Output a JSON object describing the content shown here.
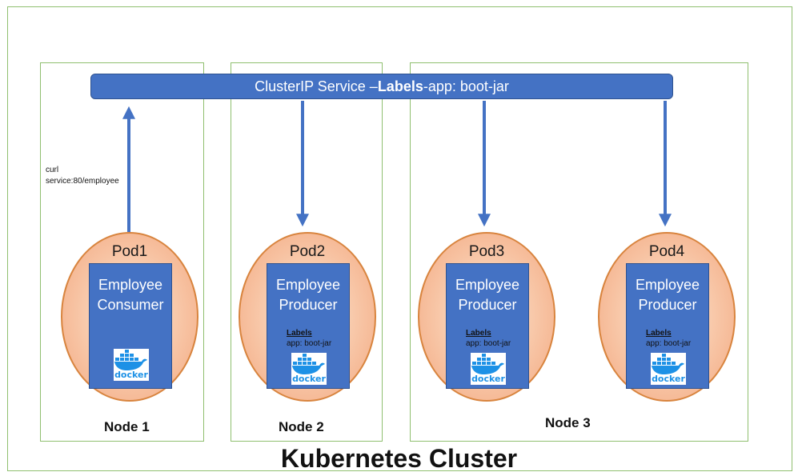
{
  "colors": {
    "container_blue": "#4472c4",
    "pod_fill": "#f8cbad",
    "pod_border": "#d8843e",
    "frame_green": "#8fbf6f",
    "docker_blue": "#1d91e6"
  },
  "service": {
    "prefix": "ClusterIP Service – ",
    "labels_word": "Labels",
    "suffix": "-app: boot-jar"
  },
  "curl": {
    "line1": "curl",
    "line2": "service:80/employee"
  },
  "pods": [
    {
      "title": "Pod1",
      "app_line1": "Employee",
      "app_line2": "Consumer",
      "labels_title": "",
      "labels_value": "",
      "docker": "docker"
    },
    {
      "title": "Pod2",
      "app_line1": "Employee",
      "app_line2": "Producer",
      "labels_title": "Labels",
      "labels_value": "app: boot-jar",
      "docker": "docker"
    },
    {
      "title": "Pod3",
      "app_line1": "Employee",
      "app_line2": "Producer",
      "labels_title": "Labels",
      "labels_value": "app: boot-jar",
      "docker": "docker"
    },
    {
      "title": "Pod4",
      "app_line1": "Employee",
      "app_line2": "Producer",
      "labels_title": "Labels",
      "labels_value": "app: boot-jar",
      "docker": "docker"
    }
  ],
  "nodes": [
    "Node 1",
    "Node 2",
    "Node 3"
  ],
  "cluster_title": "Kubernetes Cluster"
}
